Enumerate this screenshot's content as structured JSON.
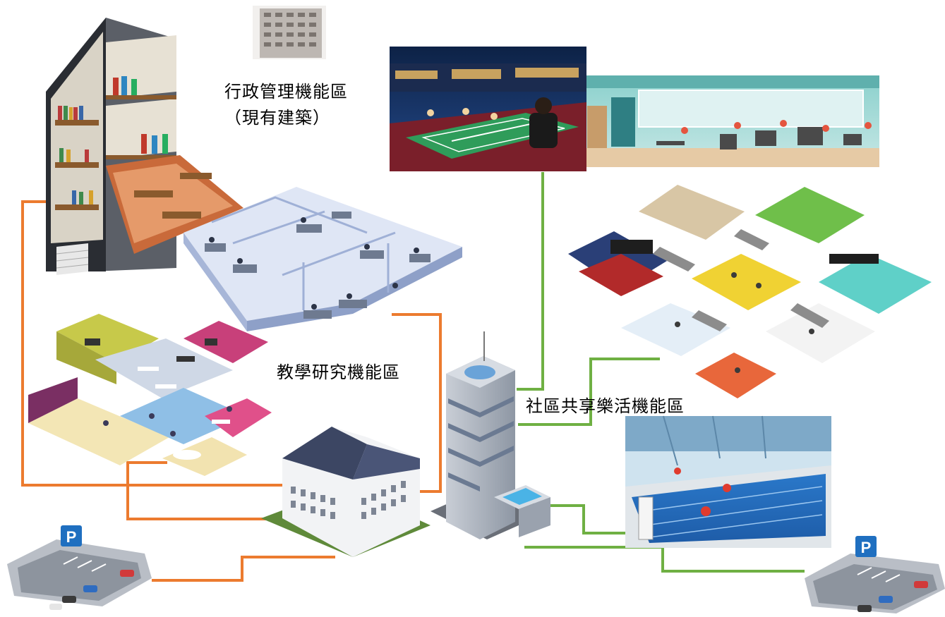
{
  "labels": {
    "admin_zone": "行政管理機能區（現有建築）",
    "teaching_zone": "教學研究機能區",
    "community_zone": "社區共享樂活機能區"
  },
  "parking_sign": "P",
  "colors": {
    "link_orange": "#ec7b2f",
    "link_green": "#6fb043",
    "parking_blue": "#1f6fc0",
    "pool_blue": "#3d86d6",
    "court_green": "#2f9c5a"
  }
}
